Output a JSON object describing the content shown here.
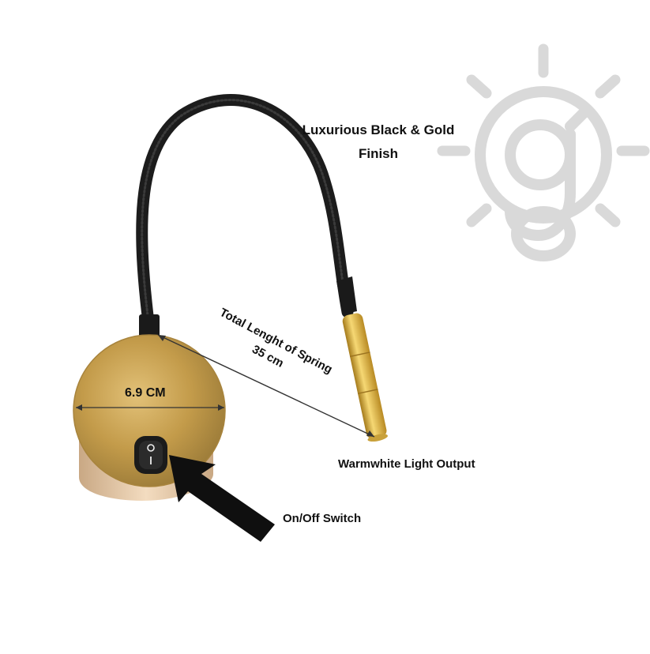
{
  "labels": {
    "finish_line1": "Luxurious Black & Gold",
    "finish_line2": "Finish",
    "spring_line1": "Total Lenght of Spring",
    "spring_line2": "35 cm",
    "diameter": "6.9 CM",
    "light_output": "Warmwhite Light Output",
    "switch": "On/Off Switch"
  },
  "icons": {
    "logo": "bulb-g-logo-icon",
    "arrow": "pointer-arrow-icon",
    "switch_glyph": "O"
  },
  "colors": {
    "gold": "#b8913c",
    "gold_light": "#e8c46a",
    "black": "#1a1a1a",
    "logo_grey": "#d9d9d9",
    "text": "#111111"
  }
}
